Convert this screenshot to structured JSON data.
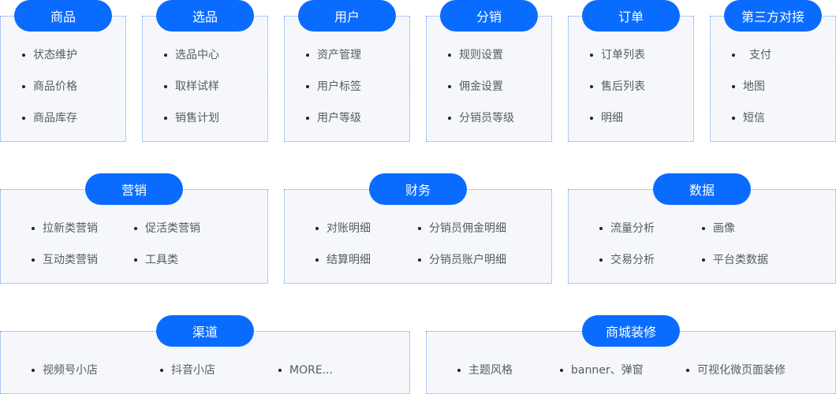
{
  "modules": [
    {
      "title": "商品",
      "items": [
        "状态维护",
        "商品价格",
        "商品库存"
      ]
    },
    {
      "title": "选品",
      "items": [
        "选品中心",
        "取样试样",
        "销售计划"
      ]
    },
    {
      "title": "用户",
      "items": [
        "资产管理",
        "用户标签",
        "用户等级"
      ]
    },
    {
      "title": "分销",
      "items": [
        "规则设置",
        "佣金设置",
        "分销员等级"
      ]
    },
    {
      "title": "订单",
      "items": [
        "订单列表",
        "售后列表",
        "明细"
      ]
    },
    {
      "title": "第三方对接",
      "items": [
        "支付",
        "地图",
        "短信"
      ]
    },
    {
      "title": "营销",
      "items": [
        "拉新类营销",
        "促活类营销",
        "互动类营销",
        "工具类"
      ]
    },
    {
      "title": "财务",
      "items": [
        "对账明细",
        "分销员佣金明细",
        "结算明细",
        "分销员账户明细"
      ]
    },
    {
      "title": "数据",
      "items": [
        "流量分析",
        "画像",
        "交易分析",
        "平台类数据"
      ]
    },
    {
      "title": "渠道",
      "items": [
        "视频号小店",
        "抖音小店",
        "MORE..."
      ]
    },
    {
      "title": "商城装修",
      "items": [
        "主题风格",
        "banner、弹窗",
        "可视化微页面装修"
      ]
    }
  ],
  "colors": {
    "accent": "#0a6cff",
    "box_bg": "#f5f7fb",
    "border": "#6f9bf5"
  }
}
